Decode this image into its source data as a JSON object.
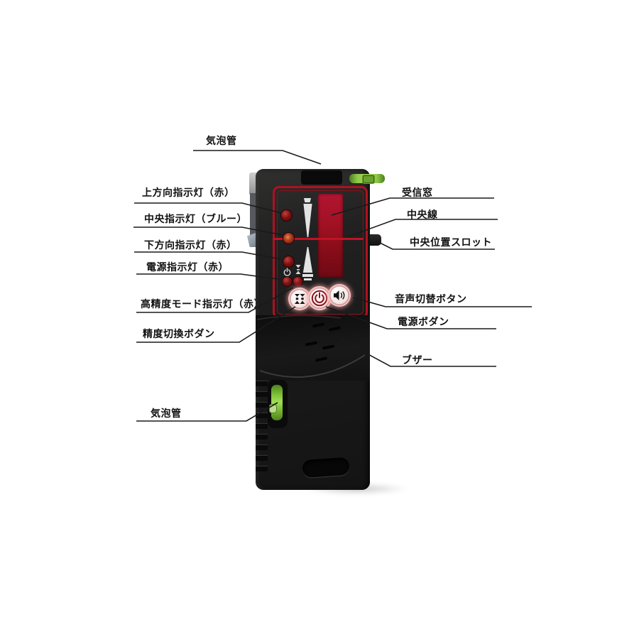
{
  "figure": {
    "kind": "annotated product diagram",
    "subject": "laser level receiver (front view)"
  },
  "labels": {
    "vial_top": "気泡管",
    "up_indicator": "上方向指示灯（赤）",
    "center_indicator": "中央指示灯（ブルー）",
    "down_indicator": "下方向指示灯（赤）",
    "power_indicator": "電源指示灯（赤）",
    "high_precision_indicator": "高精度モード指示灯（赤）",
    "precision_switch_button": "精度切換ボダン",
    "vial_bottom": "気泡管",
    "receiver_window": "受信窓",
    "center_line": "中央線",
    "center_slot": "中央位置スロット",
    "sound_button": "音声切替ボタン",
    "power_button": "電源ボダン",
    "buzzer": "ブザー"
  },
  "icons": {
    "precision_button_icon": "up-down-arrows",
    "power_button_icon": "power-symbol",
    "sound_button_icon": "speaker-waves",
    "power_status_icon": "power-symbol",
    "accuracy_status_icon": "triangle-marks"
  },
  "colors": {
    "background": "#ffffff",
    "body_black": "#1d1d1d",
    "panel_red": "#ad1220",
    "display_red": "#9c1020",
    "center_line_red": "#c01325",
    "vial_green": "#86c93e",
    "button_face": "#f6e9e7",
    "leader_line": "#1a1a1a",
    "label_text": "#111111"
  }
}
